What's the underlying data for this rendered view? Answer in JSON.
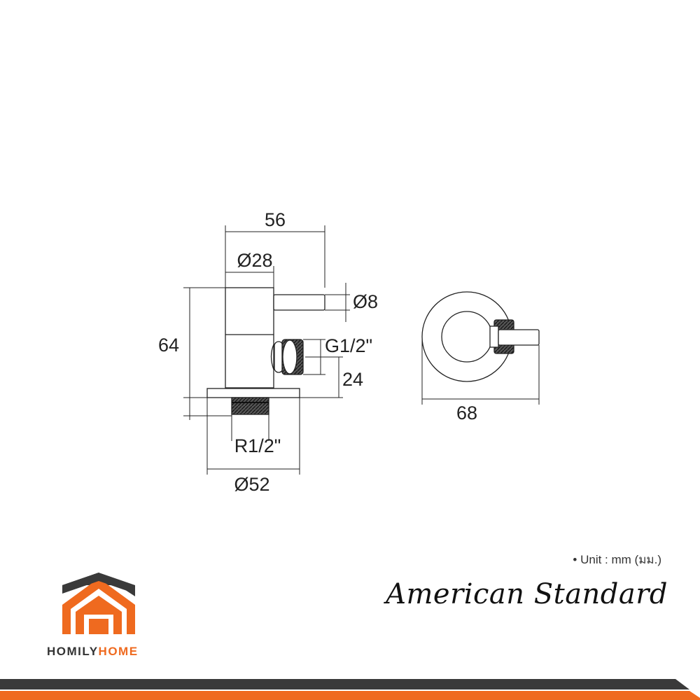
{
  "drawing": {
    "dimensions": {
      "overall_length": "56",
      "body_diameter": "Ø28",
      "handle_diameter": "Ø8",
      "height": "64",
      "outlet_thread": "G1/2\"",
      "outlet_height": "24",
      "inlet_thread": "R1/2\"",
      "flange_diameter": "Ø52",
      "depth": "68"
    }
  },
  "footer": {
    "unit_note": "• Unit : mm (มม.)",
    "brand_right": "American Standard",
    "brand_left_part1": "HOMILY",
    "brand_left_part2": "HOME"
  },
  "colors": {
    "line": "#222222",
    "accent_orange": "#ef6a1f",
    "dark_gray": "#3a3a3a"
  }
}
